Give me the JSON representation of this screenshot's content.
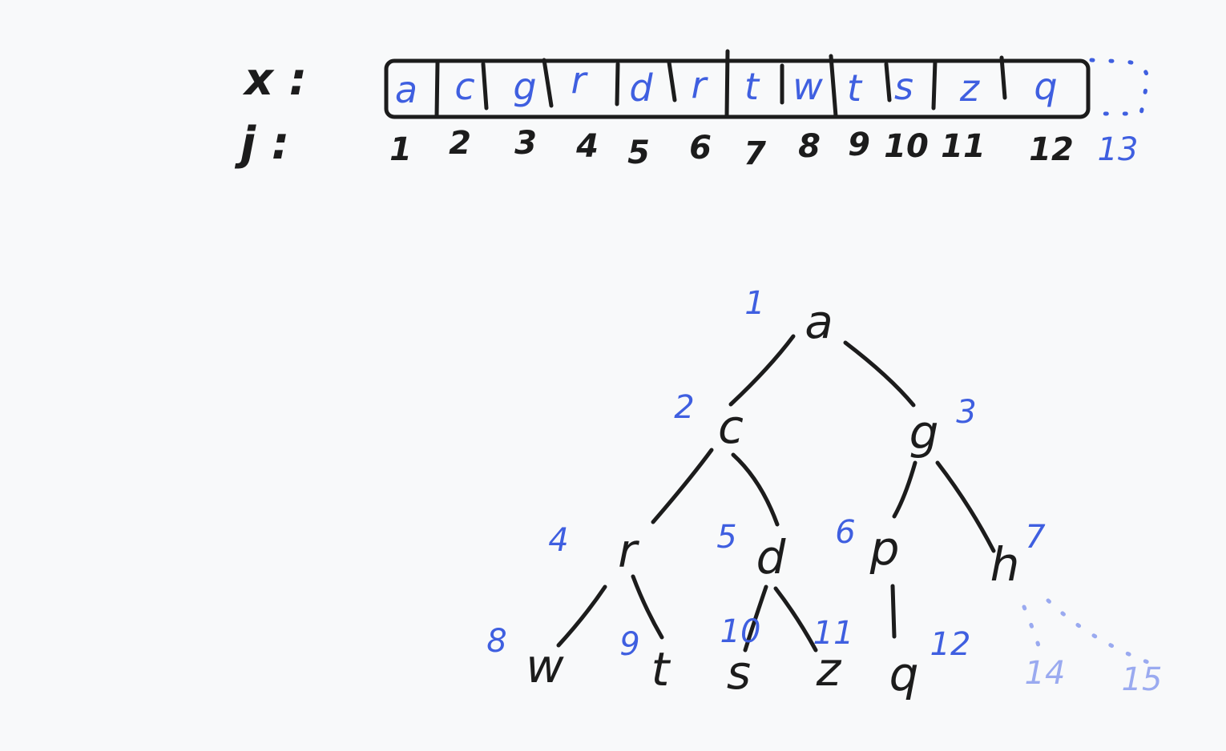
{
  "colors": {
    "background": "#f8f9fa",
    "ink": "#1c1c1c",
    "blue_ink": "#3f5fe0",
    "faded_ink": "#9aaaf0"
  },
  "array": {
    "x_label": "x :",
    "j_label": "j :",
    "cells": [
      "a",
      "c",
      "g",
      "r",
      "d",
      "r",
      "t",
      "w",
      "t",
      "s",
      "z",
      "q"
    ],
    "indices": [
      "1",
      "2",
      "3",
      "4",
      "5",
      "6",
      "7",
      "8",
      "9",
      "10",
      "11",
      "12"
    ],
    "extra_index": "13"
  },
  "tree": {
    "nodes": [
      {
        "label": "a",
        "index": "1"
      },
      {
        "label": "c",
        "index": "2"
      },
      {
        "label": "g",
        "index": "3"
      },
      {
        "label": "r",
        "index": "4"
      },
      {
        "label": "d",
        "index": "5"
      },
      {
        "label": "p",
        "index": "6"
      },
      {
        "label": "h",
        "index": "7"
      },
      {
        "label": "w",
        "index": "8"
      },
      {
        "label": "t",
        "index": "9"
      },
      {
        "label": "s",
        "index": "10"
      },
      {
        "label": "z",
        "index": "11"
      },
      {
        "label": "q",
        "index": "12"
      }
    ],
    "ghost_indices": [
      "14",
      "15"
    ]
  }
}
